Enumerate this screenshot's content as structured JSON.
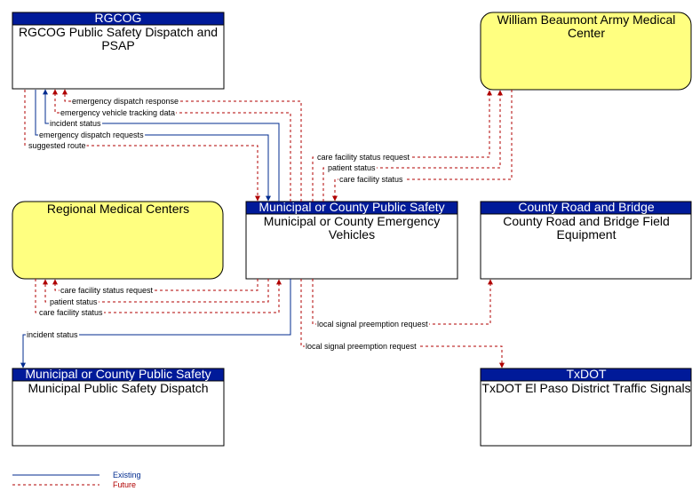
{
  "colors": {
    "existing": "#002b8f",
    "future": "#b00000",
    "header_fill": "#001a99",
    "yellow_fill": "#ffff80"
  },
  "nodes": {
    "rgcog": {
      "header": "RGCOG",
      "line1": "RGCOG Public Safety Dispatch and",
      "line2": "PSAP"
    },
    "wbamc": {
      "line1": "William Beaumont Army Medical",
      "line2": "Center"
    },
    "regional": {
      "line1": "Regional Medical Centers"
    },
    "vehicles": {
      "header": "Municipal or County Public Safety",
      "line1": "Municipal or County Emergency",
      "line2": "Vehicles"
    },
    "county_road": {
      "header": "County Road and Bridge",
      "line1": "County Road and Bridge Field",
      "line2": "Equipment"
    },
    "dispatch": {
      "header": "Municipal or County Public Safety",
      "line1": "Municipal Public Safety Dispatch"
    },
    "txdot": {
      "header": "TxDOT",
      "line1": "TxDOT El Paso District Traffic Signals"
    }
  },
  "flows": {
    "emergency_dispatch_response": "emergency dispatch response",
    "emergency_vehicle_tracking_data": "emergency vehicle tracking data",
    "incident_status_rgcog": "incident status",
    "emergency_dispatch_requests": "emergency dispatch requests",
    "suggested_route": "suggested route",
    "care_facility_status_request_wb": "care facility status request",
    "patient_status_wb": "patient status",
    "care_facility_status_wb": "care facility status",
    "care_facility_status_request_rmc": "care facility status request",
    "patient_status_rmc": "patient status",
    "care_facility_status_rmc": "care facility status",
    "incident_status_dispatch": "incident status",
    "local_signal_preemption_county": "local signal preemption request",
    "local_signal_preemption_txdot": "local signal preemption request"
  },
  "legend": {
    "existing": "Existing",
    "future": "Future"
  }
}
